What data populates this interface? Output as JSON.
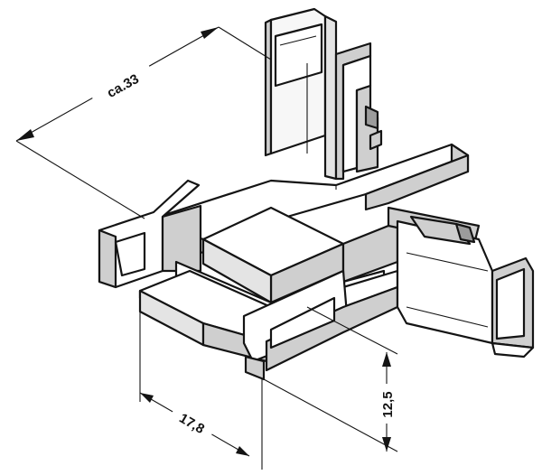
{
  "drawing": {
    "dimensions": {
      "length": "ca.33",
      "height": "12,5",
      "width": "17,8"
    },
    "colors": {
      "ink": "#141414",
      "shade": "#cfcfcf",
      "background": "#ffffff"
    }
  }
}
